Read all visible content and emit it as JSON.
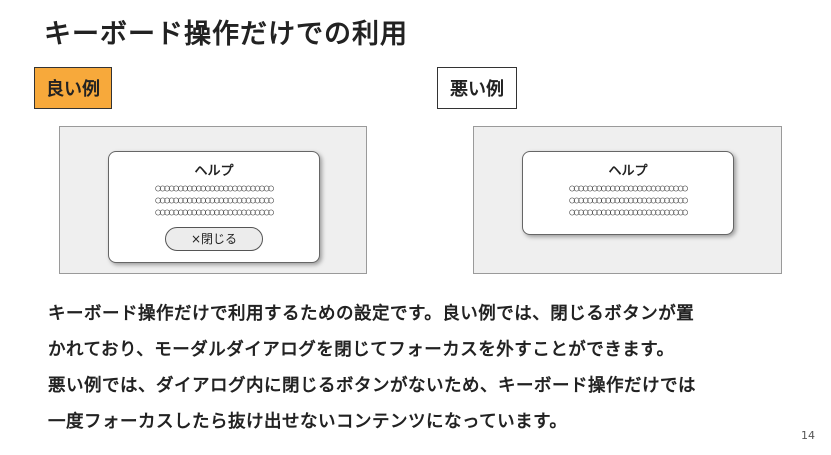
{
  "slide": {
    "title": "キーボード操作だけでの利用",
    "good_label": "良い例",
    "bad_label": "悪い例",
    "good_example": {
      "dialog_title": "ヘルプ",
      "dialog_lines": [
        "○○○○○○○○○○○○○○○○○○○○○○○○○○",
        "○○○○○○○○○○○○○○○○○○○○○○○○○○",
        "○○○○○○○○○○○○○○○○○○○○○○○○○○"
      ],
      "close_button": "×閉じる"
    },
    "bad_example": {
      "dialog_title": "ヘルプ",
      "dialog_lines": [
        "○○○○○○○○○○○○○○○○○○○○○○○○○○",
        "○○○○○○○○○○○○○○○○○○○○○○○○○○",
        "○○○○○○○○○○○○○○○○○○○○○○○○○○"
      ]
    },
    "description": [
      "キーボード操作だけで利用するための設定です。良い例では、閉じるボタンが置",
      "かれており、モーダルダイアログを閉じてフォーカスを外すことができます。",
      "悪い例では、ダイアログ内に閉じるボタンがないため、キーボード操作だけでは",
      "一度フォーカスしたら抜け出せないコンテンツになっています。"
    ],
    "page_number": "14",
    "colors": {
      "good_label_bg": "#f7a93b",
      "panel_bg": "#efefef"
    }
  }
}
